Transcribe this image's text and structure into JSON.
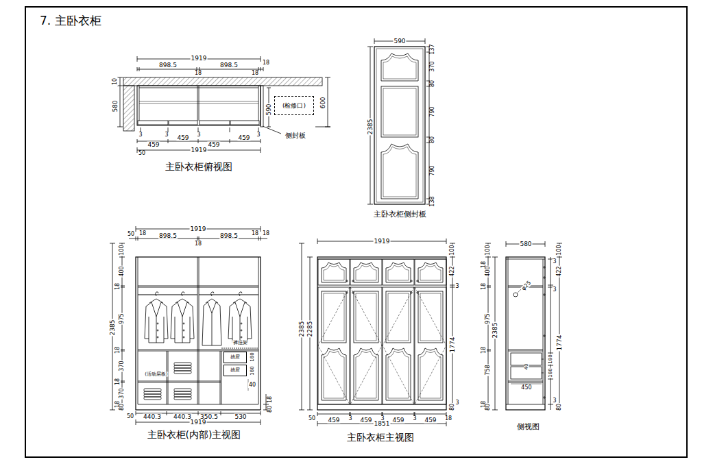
{
  "diagram": {
    "title": "7. 主卧衣柜",
    "nodes": [
      {
        "text": [
          "(检修口)"
        ]
      },
      {
        "text": [
          "抽屉"
        ]
      },
      {
        "text": [
          "抽屉"
        ]
      }
    ],
    "labels": [
      "1919",
      "898.5",
      "18",
      "898.5",
      "18",
      "18",
      "10",
      "580",
      "590",
      "600",
      "3",
      "3",
      "3",
      "3",
      "459",
      "459",
      "459",
      "459",
      "50",
      "1919",
      "侧封板",
      "主卧衣柜俯视图",
      "590",
      "137",
      "370",
      "80",
      "790",
      "80",
      "790",
      "138",
      "2385",
      "主卧衣柜侧封板",
      "1919",
      "50",
      "18",
      "898.5",
      "18",
      "898.5",
      "18",
      "18",
      "100",
      "400",
      "18",
      "975",
      "2385",
      "18",
      "370",
      "18",
      "370",
      "18",
      "80",
      "裤挂架",
      "180",
      "180",
      "(活动层板)",
      "40",
      "18",
      "80",
      "50",
      "440.3",
      "440.3",
      "350.5",
      "530",
      "1919",
      "主卧衣柜(内部)主视图",
      "1919",
      "2385",
      "2285",
      "100",
      "422",
      "3",
      "1774",
      "3",
      "80",
      "50",
      "459",
      "3",
      "459",
      "3",
      "459",
      "3",
      "459",
      "18",
      "1851",
      "主卧衣柜主视图",
      "580",
      "100",
      "18",
      "400",
      "18",
      "975",
      "2385",
      "18",
      "758",
      "18",
      "80",
      "100",
      "3",
      "422",
      "3",
      "1774",
      "180",
      "180",
      "3",
      "80",
      "φ25",
      "40",
      "450",
      "侧视图"
    ]
  }
}
